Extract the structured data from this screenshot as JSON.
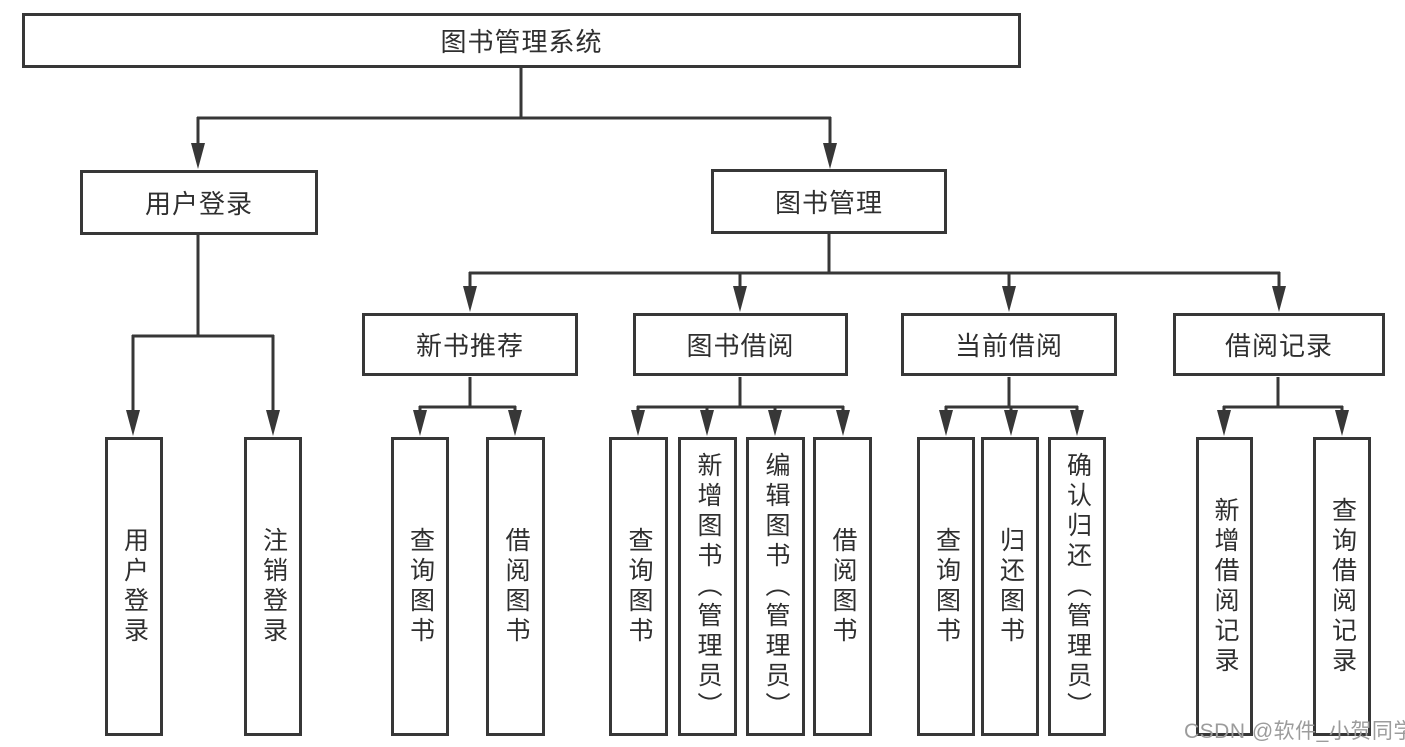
{
  "diagram": {
    "title": "图书管理系统",
    "type": "hierarchy-tree",
    "colors": {
      "line": "#373737",
      "text": "#2f2f2f",
      "box_bg": "#ffffff",
      "watermark": "#9c9c9c"
    }
  },
  "nodes": {
    "root": "图书管理系统",
    "level2": [
      "用户登录",
      "图书管理"
    ],
    "level3": [
      "新书推荐",
      "图书借阅",
      "当前借阅",
      "借阅记录"
    ],
    "leaves_user": [
      "用户登录",
      "注销登录"
    ],
    "leaves_newbook": [
      "查询图书",
      "借阅图书"
    ],
    "leaves_borrow": [
      "查询图书",
      "新增图书（管理员）",
      "编辑图书（管理员）",
      "借阅图书"
    ],
    "leaves_current": [
      "查询图书",
      "归还图书",
      "确认归还（管理员）"
    ],
    "leaves_records": [
      "新增借阅记录",
      "查询借阅记录"
    ]
  },
  "watermark": "CSDN @软件_小贺同学"
}
